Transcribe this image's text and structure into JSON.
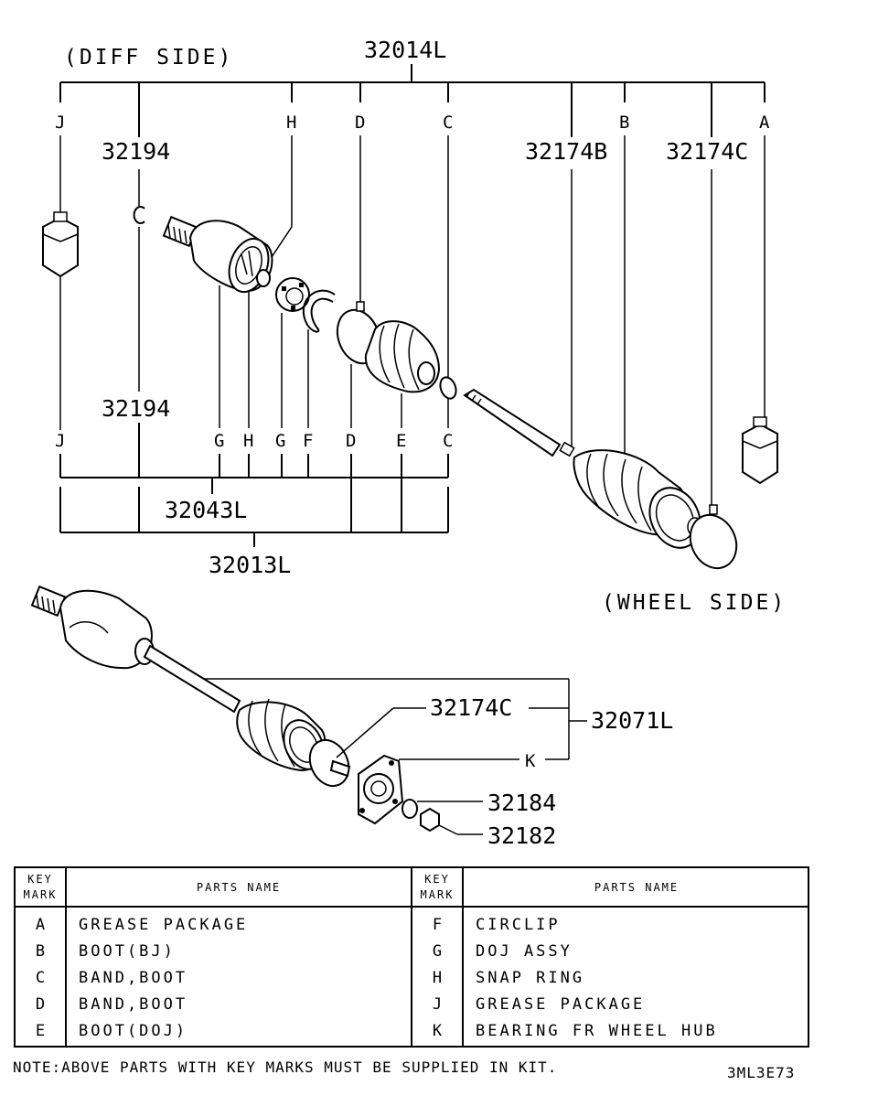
{
  "diagram": {
    "diff_side": "(DIFF SIDE)",
    "wheel_side": "(WHEEL SIDE)",
    "part_numbers": {
      "assy_top": "32014L",
      "snap_ring_top": "32194",
      "snap_ring_bottom": "32194",
      "band_b": "32174B",
      "band_c": "32174C",
      "doj_kit": "32043L",
      "inner_assy": "32013L",
      "band_c2": "32174C",
      "lower_assy": "32071L",
      "washer": "32184",
      "nut": "32182"
    },
    "top_keys": [
      "J",
      "H",
      "D",
      "C",
      "B",
      "A"
    ],
    "bottom_keys": [
      "J",
      "G",
      "H",
      "G",
      "F",
      "D",
      "E",
      "C"
    ],
    "hub_key": "K"
  },
  "table": {
    "header_key": [
      "KEY",
      "MARK"
    ],
    "header_name": "PARTS NAME",
    "left_rows": [
      {
        "key": "A",
        "name": "GREASE PACKAGE"
      },
      {
        "key": "B",
        "name": "BOOT(BJ)"
      },
      {
        "key": "C",
        "name": "BAND,BOOT"
      },
      {
        "key": "D",
        "name": "BAND,BOOT"
      },
      {
        "key": "E",
        "name": "BOOT(DOJ)"
      }
    ],
    "right_rows": [
      {
        "key": "F",
        "name": "CIRCLIP"
      },
      {
        "key": "G",
        "name": "DOJ ASSY"
      },
      {
        "key": "H",
        "name": "SNAP RING"
      },
      {
        "key": "J",
        "name": "GREASE PACKAGE"
      },
      {
        "key": "K",
        "name": "BEARING FR WHEEL HUB"
      }
    ]
  },
  "note": "NOTE:ABOVE PARTS WITH KEY MARKS MUST BE SUPPLIED IN KIT.",
  "diagram_code": "3ML3E73"
}
